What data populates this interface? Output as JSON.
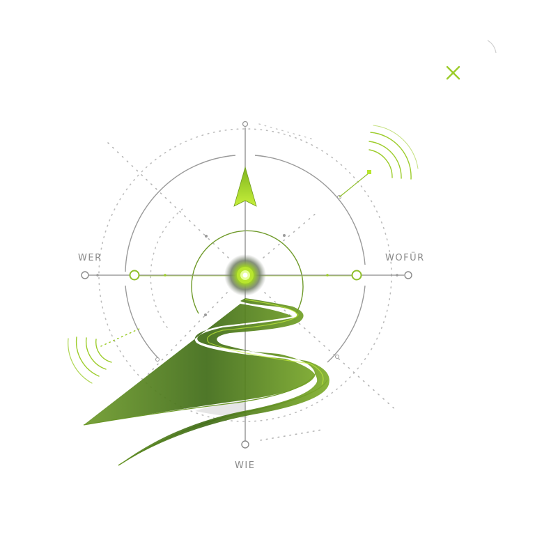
{
  "compass": {
    "labels": {
      "west": "WER",
      "east": "WOFÜR",
      "south": "WIE"
    }
  },
  "colors": {
    "accent": "#9ccc2a",
    "accent_bright": "#b8e62e",
    "path_dark": "#4f7a1c",
    "line_gray": "#9a9a9a",
    "dot_gray": "#b5b5b5",
    "label_gray": "#8a8a8a"
  },
  "icons": {
    "close": "close-icon",
    "needle": "compass-needle-icon",
    "signal": "signal-waves-icon"
  }
}
